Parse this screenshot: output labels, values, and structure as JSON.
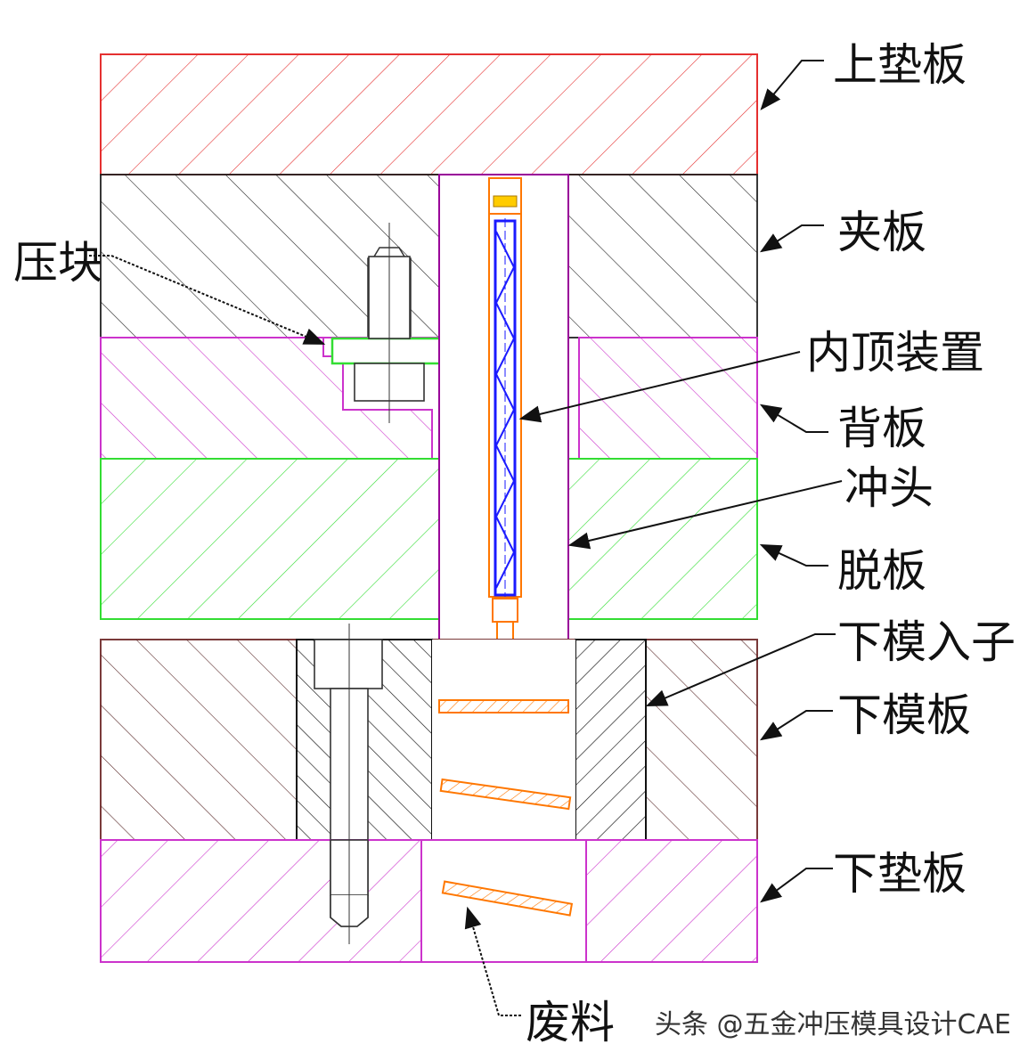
{
  "labels": {
    "upper_backing_plate": "上垫板",
    "clamp_plate": "夹板",
    "press_block": "压块",
    "inner_ejector": "内顶装置",
    "back_plate": "背板",
    "punch": "冲头",
    "stripper_plate": "脱板",
    "lower_die_insert": "下模入子",
    "lower_die_plate": "下模板",
    "lower_backing_plate": "下垫板",
    "scrap": "废料"
  },
  "watermark": "头条 @五金冲压模具设计CAE",
  "colors": {
    "upper_backing_plate": "#e53030",
    "clamp_plate": "#222222",
    "back_plate": "#cc33cc",
    "stripper_plate": "#33dd33",
    "lower_die_plate": "#7a3a3a",
    "lower_backing_plate": "#cc33cc",
    "punch": "#990099",
    "ejector_spring": "#1a1aff",
    "ejector_pin": "#ff7700",
    "scrap": "#ff7700",
    "screw": "#333333",
    "leader": "#111111"
  }
}
